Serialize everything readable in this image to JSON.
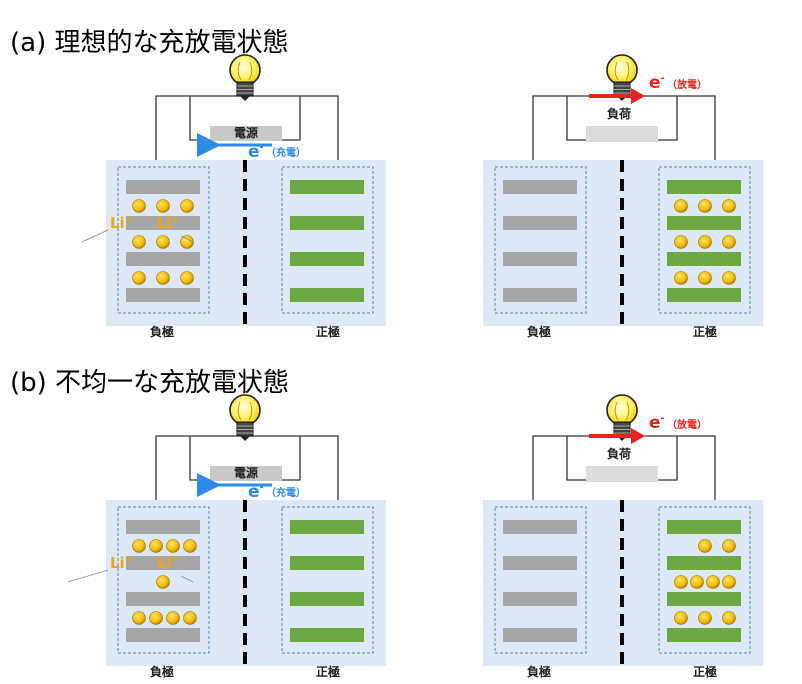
{
  "titles": {
    "a": "(a) 理想的な充放電状態",
    "b": "(b) 不均一な充放電状態"
  },
  "labels": {
    "power_source": "電源",
    "load": "負荷",
    "negative_electrode": "負極",
    "positive_electrode": "正極",
    "lithium_ion": "Li",
    "lithium_ion_sup": "+",
    "electron": "e",
    "electron_sup": "-",
    "charge": "（充電）",
    "discharge": "（放電）"
  },
  "colors": {
    "cell_background": "#dce8f5",
    "negative_plate": "#a6a6a6",
    "positive_plate": "#6aa843",
    "lithium_ion": "#f5b800",
    "charge_arrow": "#2e8ae6",
    "discharge_arrow": "#e8221e",
    "li_label": "#f0a800"
  },
  "icons": [
    "light-bulb-icon"
  ]
}
